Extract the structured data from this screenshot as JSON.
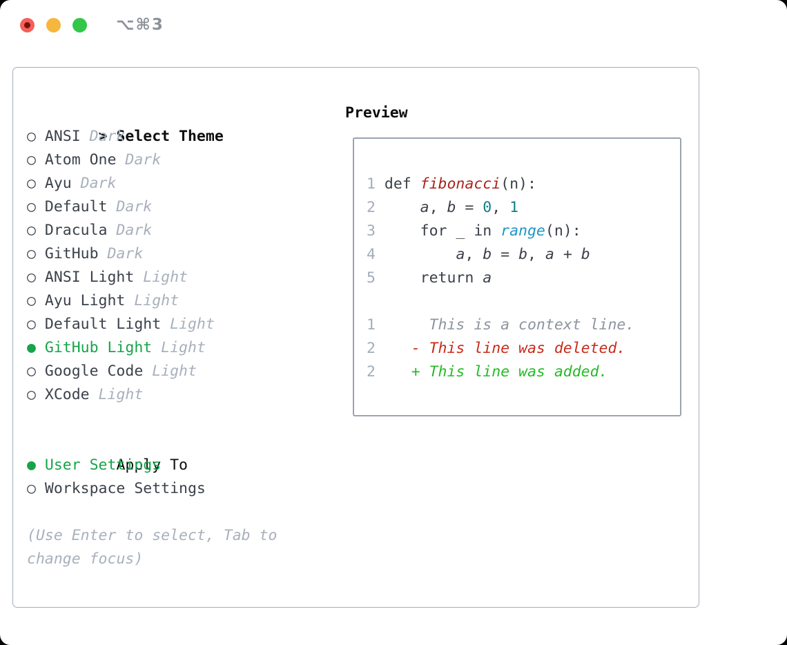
{
  "window": {
    "title": "⌥⌘3"
  },
  "left": {
    "heading_prefix": ">",
    "heading": "Select Theme",
    "bullet_unselected": "○",
    "bullet_selected": "●",
    "themes": [
      {
        "name": "ANSI",
        "variant": "Dark",
        "selected": false
      },
      {
        "name": "Atom One",
        "variant": "Dark",
        "selected": false
      },
      {
        "name": "Ayu",
        "variant": "Dark",
        "selected": false
      },
      {
        "name": "Default",
        "variant": "Dark",
        "selected": false
      },
      {
        "name": "Dracula",
        "variant": "Dark",
        "selected": false
      },
      {
        "name": "GitHub",
        "variant": "Dark",
        "selected": false
      },
      {
        "name": "ANSI Light",
        "variant": "Light",
        "selected": false
      },
      {
        "name": "Ayu Light",
        "variant": "Light",
        "selected": false
      },
      {
        "name": "Default Light",
        "variant": "Light",
        "selected": false
      },
      {
        "name": "GitHub Light",
        "variant": "Light",
        "selected": true
      },
      {
        "name": "Google Code",
        "variant": "Light",
        "selected": false
      },
      {
        "name": "XCode",
        "variant": "Light",
        "selected": false
      }
    ],
    "apply_heading": "Apply To",
    "apply_options": [
      {
        "label": "User Settings",
        "selected": true
      },
      {
        "label": "Workspace Settings",
        "selected": false
      }
    ],
    "hint_lines": [
      "(Use Enter to select, Tab to",
      "change focus)"
    ]
  },
  "preview": {
    "heading": "Preview",
    "lines": [
      {
        "num": "1",
        "tokens": [
          [
            "d",
            "def "
          ],
          [
            "fn",
            "fibonacci"
          ],
          [
            "d",
            "(n):"
          ]
        ]
      },
      {
        "num": "2",
        "tokens": [
          [
            "d",
            "    "
          ],
          [
            "v",
            "a"
          ],
          [
            "d",
            ", "
          ],
          [
            "v",
            "b"
          ],
          [
            "d",
            " = "
          ],
          [
            "n",
            "0"
          ],
          [
            "d",
            ", "
          ],
          [
            "n",
            "1"
          ]
        ]
      },
      {
        "num": "3",
        "tokens": [
          [
            "d",
            "    for _ in "
          ],
          [
            "b",
            "range"
          ],
          [
            "d",
            "(n):"
          ]
        ]
      },
      {
        "num": "4",
        "tokens": [
          [
            "d",
            "        "
          ],
          [
            "v",
            "a"
          ],
          [
            "d",
            ", "
          ],
          [
            "v",
            "b"
          ],
          [
            "d",
            " = "
          ],
          [
            "v",
            "b"
          ],
          [
            "d",
            ", "
          ],
          [
            "v",
            "a"
          ],
          [
            "d",
            " + "
          ],
          [
            "v",
            "b"
          ]
        ]
      },
      {
        "num": "5",
        "tokens": [
          [
            "d",
            "    return "
          ],
          [
            "v",
            "a"
          ]
        ]
      },
      {
        "num": "",
        "tokens": []
      },
      {
        "num": "1",
        "tokens": [
          [
            "ctx",
            "     This is a context line."
          ]
        ]
      },
      {
        "num": "2",
        "tokens": [
          [
            "del",
            "   - This line was deleted."
          ]
        ]
      },
      {
        "num": "2",
        "tokens": [
          [
            "add",
            "   + This line was added."
          ]
        ]
      }
    ]
  },
  "colors": {
    "text_dark": "#3b414a",
    "heading_black": "#0b0d0f",
    "muted_gray": "#a8b0bc",
    "line_number_gray": "#a3acba",
    "context_gray": "#8d949e",
    "bullet_dark": "#3f454d",
    "accent_green": "#17a34a",
    "function_red": "#a8261d",
    "builtin_blue": "#1f95c9",
    "number_teal": "#107f87",
    "deleted_red": "#c92a1a",
    "added_green": "#25bb25",
    "border_gray": "#a4abb7",
    "box_border_gray": "#9aa3b0",
    "title_gray": "#8d929a",
    "traffic_red": "#f4605a",
    "traffic_red_dot": "#77100d",
    "traffic_yellow": "#f7b63c",
    "traffic_green": "#33c748"
  }
}
